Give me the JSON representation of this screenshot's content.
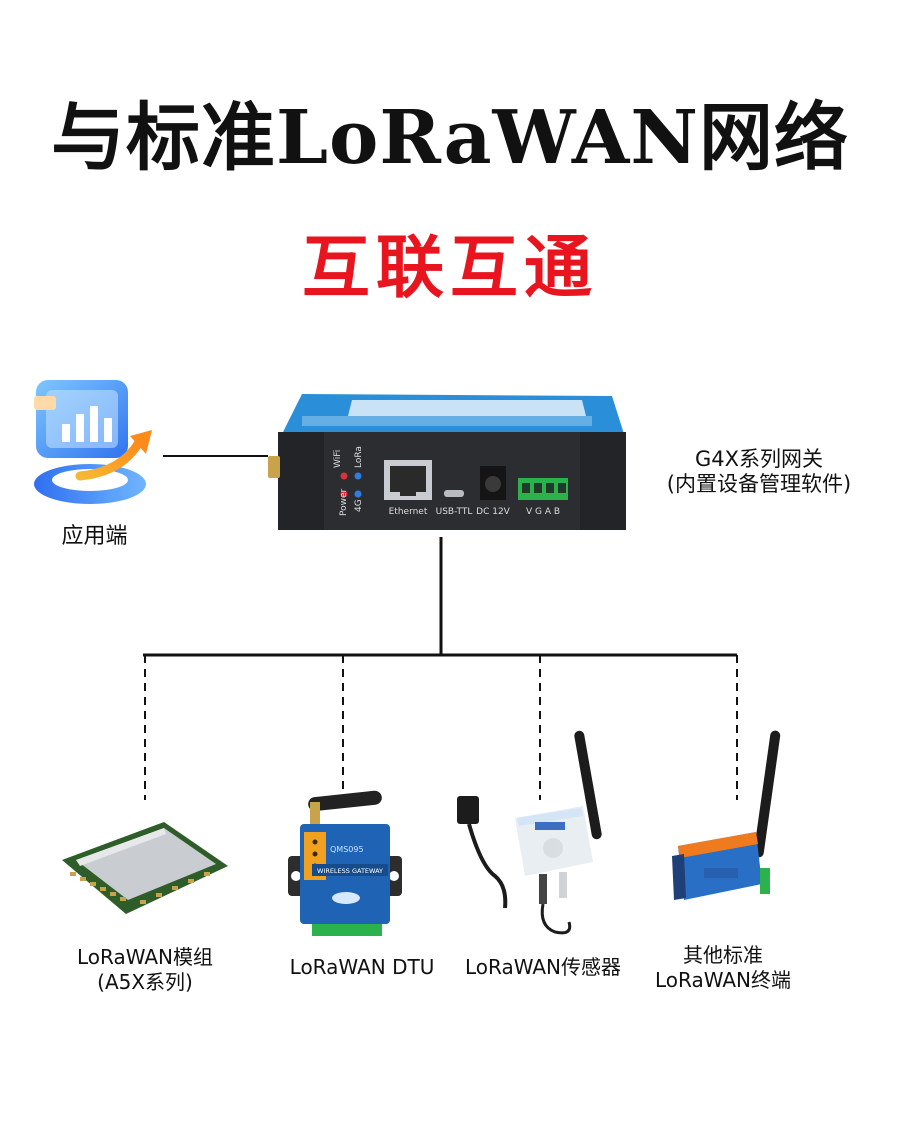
{
  "header": {
    "title": "与标准LoRaWAN网络",
    "subtitle": "互联互通"
  },
  "application": {
    "label": "应用端",
    "icon": "analytics-chart-icon"
  },
  "gateway": {
    "label_line1": "G4X系列网关",
    "label_line2": "(内置设备管理软件)",
    "ports": {
      "ethernet": "Ethernet",
      "usb": "USB-TTL",
      "dc": "DC 12V",
      "terminal": "V  G  A  B"
    },
    "leds": {
      "wifi": "WiFi",
      "lora": "LoRa",
      "power": "Power",
      "net4g": "4G"
    }
  },
  "devices": [
    {
      "line1": "LoRaWAN模组",
      "line2": "(A5X系列)"
    },
    {
      "line1": "LoRaWAN DTU",
      "line2": ""
    },
    {
      "line1": "LoRaWAN传感器",
      "line2": ""
    },
    {
      "line1": "其他标准",
      "line2": "LoRaWAN终端"
    }
  ],
  "dtu_device": {
    "brand": "QMS095",
    "subtitle": "WIRELESS GATEWAY"
  },
  "colors": {
    "title": "#111111",
    "subtitle": "#e8141e",
    "gateway_body": "#2b2d31",
    "gateway_top": "#2a8fd8",
    "terminal_green": "#2bb24c",
    "dtu_blue": "#1f63b5",
    "dtu_orange": "#f2a020"
  }
}
